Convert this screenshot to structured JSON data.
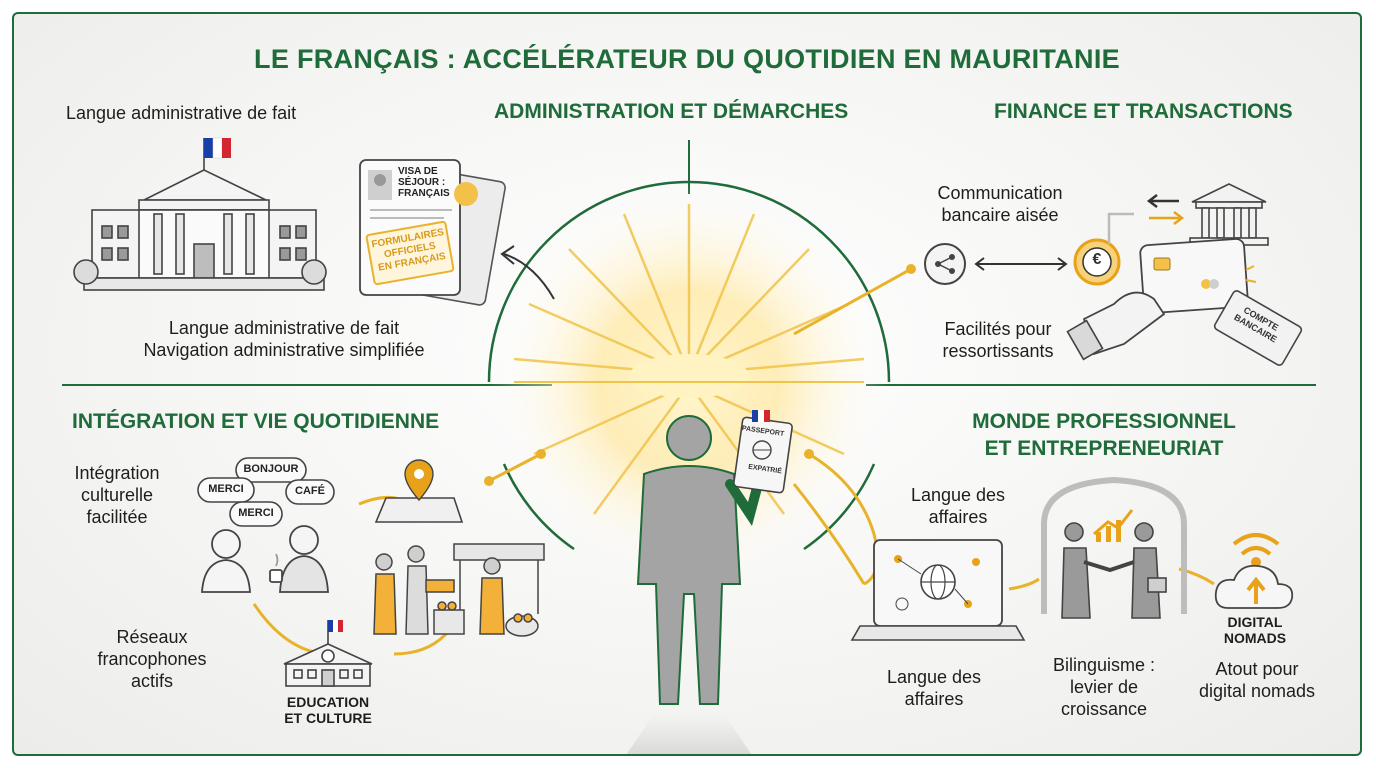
{
  "title": "LE FRANÇAIS : ACCÉLÉRATEUR DU QUOTIDIEN EN MAURITANIE",
  "colors": {
    "green": "#1f6b3a",
    "gold": "#e8b22a",
    "grey": "#8a8a8a",
    "text": "#1e1e1e"
  },
  "admin": {
    "heading": "ADMINISTRATION ET DÉMARCHES",
    "top_label": "Langue administrative de fait",
    "bottom_line1": "Langue administrative de fait",
    "bottom_line2": "Navigation administrative simplifiée",
    "doc_title_line1": "VISA DE",
    "doc_title_line2": "SÉJOUR :",
    "doc_title_line3": "FRANÇAIS",
    "stamp_line1": "FORMULAIRES",
    "stamp_line2": "OFFICIELS",
    "stamp_line3": "EN FRANÇAIS",
    "icons": [
      "government-building-icon",
      "french-flag-icon",
      "visa-document-icon"
    ]
  },
  "finance": {
    "heading": "FINANCE ET TRANSACTIONS",
    "comm_line1": "Communication",
    "comm_line2": "bancaire aisée",
    "fac_line1": "Facilités pour",
    "fac_line2": "ressortissants",
    "tag_line1": "COMPTE",
    "tag_line2": "BANCAIRE",
    "coin_symbol": "€",
    "icons": [
      "share-icon",
      "euro-coin-icon",
      "bank-icon",
      "bank-card-icon"
    ]
  },
  "integration": {
    "heading": "INTÉGRATION ET VIE QUOTIDIENNE",
    "culture_line1": "Intégration",
    "culture_line2": "culturelle",
    "culture_line3": "facilitée",
    "networks_line1": "Réseaux",
    "networks_line2": "francophones",
    "networks_line3": "actifs",
    "bubbles": [
      "BONJOUR",
      "MERCI",
      "CAFÉ",
      "MERCI"
    ],
    "education_line1": "EDUCATION",
    "education_line2": "ET CULTURE",
    "icons": [
      "people-talking-icon",
      "map-pin-icon",
      "market-icon",
      "school-icon"
    ]
  },
  "pro": {
    "heading_line1": "MONDE PROFESSIONNEL",
    "heading_line2": "ET ENTREPRENEURIAT",
    "biz_top_line1": "Langue des",
    "biz_top_line2": "affaires",
    "biz_bottom_line1": "Langue des",
    "biz_bottom_line2": "affaires",
    "bilingual_line1": "Bilinguisme :",
    "bilingual_line2": "levier de",
    "bilingual_line3": "croissance",
    "nomads_line1": "DIGITAL",
    "nomads_line2": "NOMADS",
    "atout_line1": "Atout pour",
    "atout_line2": "digital nomads",
    "icons": [
      "laptop-globe-icon",
      "handshake-icon",
      "cloud-upload-icon",
      "wifi-icon"
    ]
  },
  "center": {
    "passport_line1": "PASSEPORT",
    "passport_line2": "EXPATRIÉ",
    "icons": [
      "sunburst-icon",
      "person-icon",
      "passport-icon"
    ]
  }
}
